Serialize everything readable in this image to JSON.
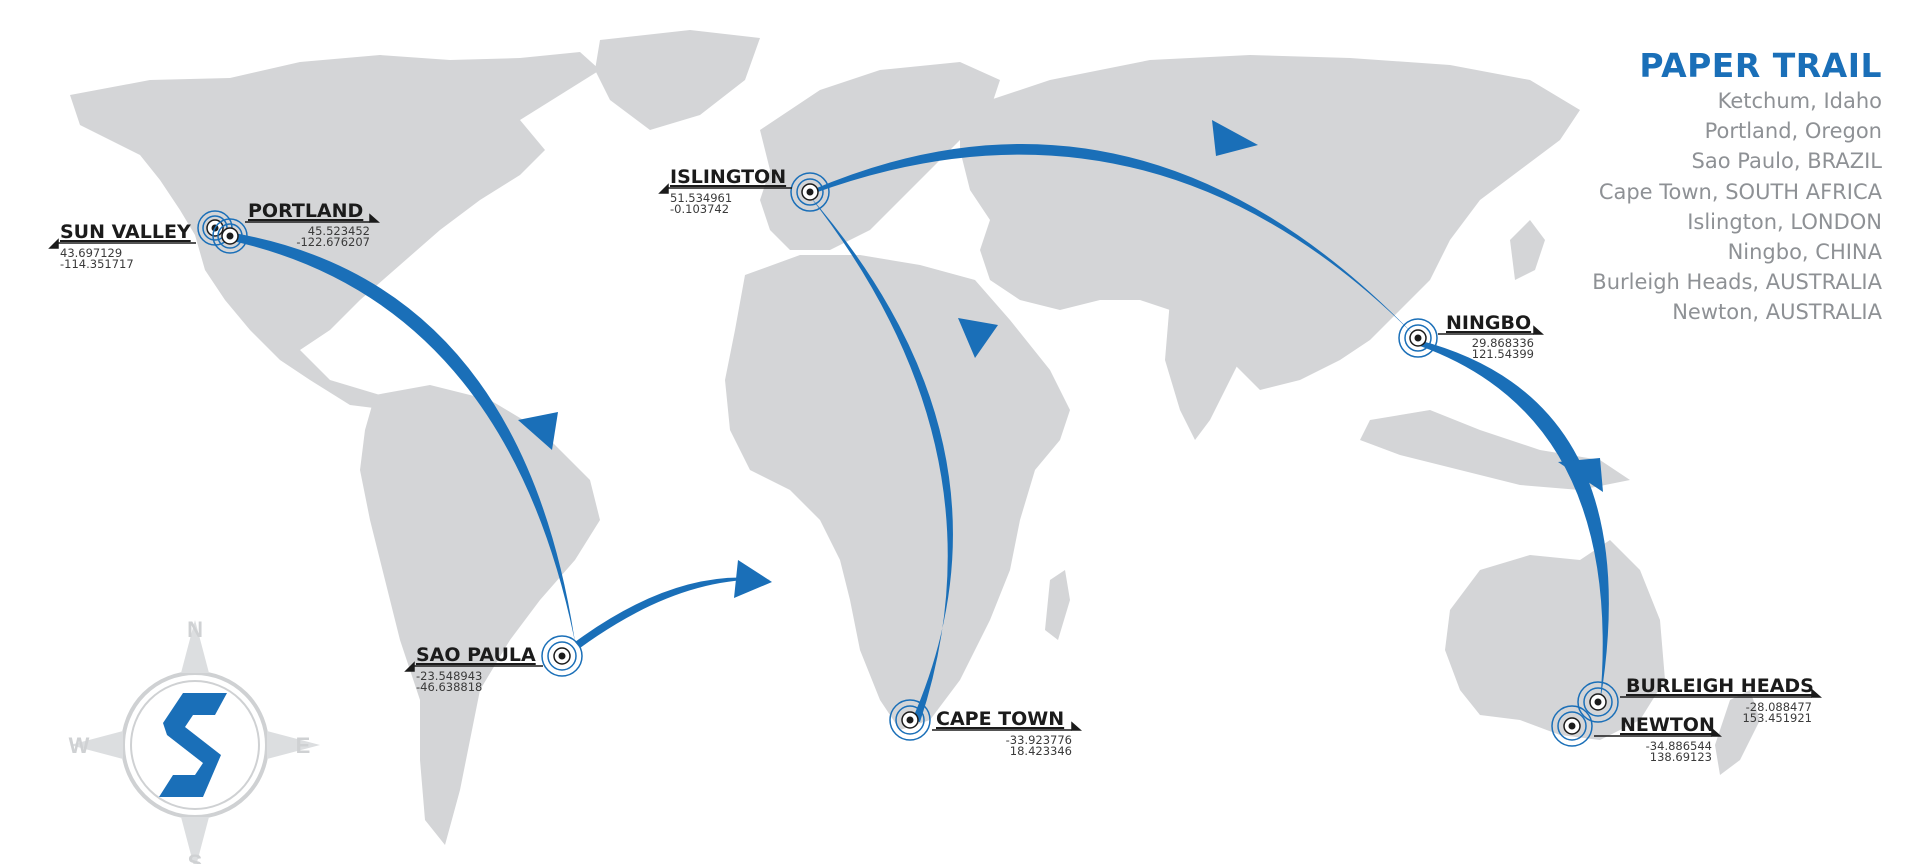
{
  "legend": {
    "title": "PAPER TRAIL",
    "items": [
      "Ketchum, Idaho",
      "Portland, Oregon",
      "Sao Paulo, BRAZIL",
      "Cape Town, SOUTH AFRICA",
      "Islington, LONDON",
      "Ningbo, CHINA",
      "Burleigh Heads, AUSTRALIA",
      "Newton, AUSTRALIA"
    ]
  },
  "locations": {
    "sun_valley": {
      "name": "SUN VALLEY",
      "lat": "43.697129",
      "lon": "-114.351717"
    },
    "portland": {
      "name": "PORTLAND",
      "lat": "45.523452",
      "lon": "-122.676207"
    },
    "islington": {
      "name": "ISLINGTON",
      "lat": "51.534961",
      "lon": "-0.103742"
    },
    "ningbo": {
      "name": "NINGBO",
      "lat": "29.868336",
      "lon": "121.54399"
    },
    "sao_paula": {
      "name": "SAO PAULA",
      "lat": "-23.548943",
      "lon": "-46.638818"
    },
    "cape_town": {
      "name": "CAPE TOWN",
      "lat": "-33.923776",
      "lon": "18.423346"
    },
    "burleigh_heads": {
      "name": "BURLEIGH HEADS",
      "lat": "-28.088477",
      "lon": "153.451921"
    },
    "newton": {
      "name": "NEWTON",
      "lat": "-34.886544",
      "lon": "138.69123"
    }
  },
  "compass": {
    "n": "N",
    "s": "S",
    "e": "E",
    "w": "W"
  },
  "colors": {
    "route": "#1a6fb8",
    "land": "#d4d5d7",
    "marker": "#1a6fb8",
    "text": "#1b1b1b",
    "legend_text": "#8e9195"
  }
}
